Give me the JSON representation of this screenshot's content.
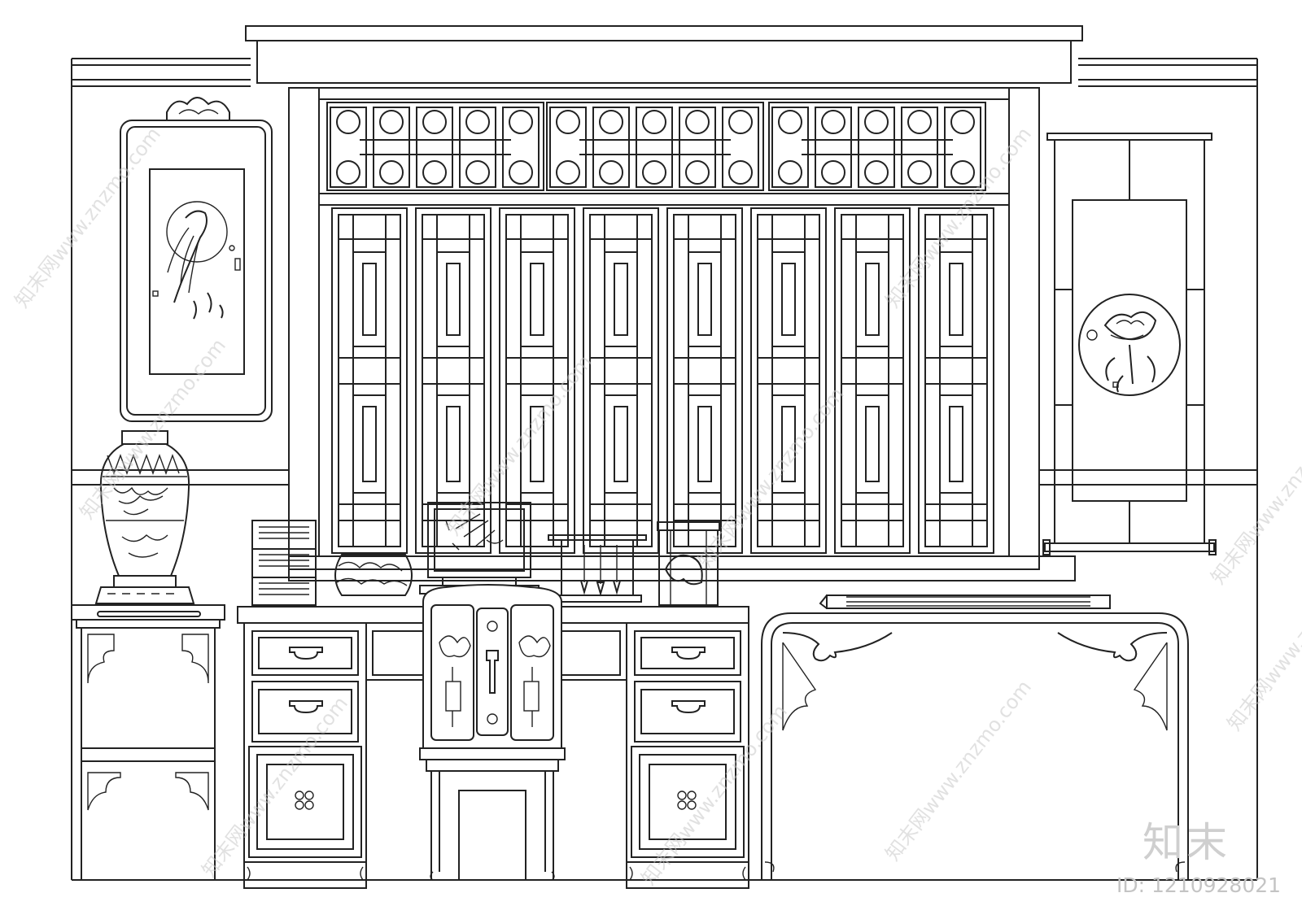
{
  "watermark": {
    "site": "知末网www.znzmo.com",
    "logo": "知末",
    "id_label": "ID: 1210928021"
  },
  "colors": {
    "line": "#222222",
    "background": "#ffffff",
    "watermark": "#c9c9c9"
  }
}
